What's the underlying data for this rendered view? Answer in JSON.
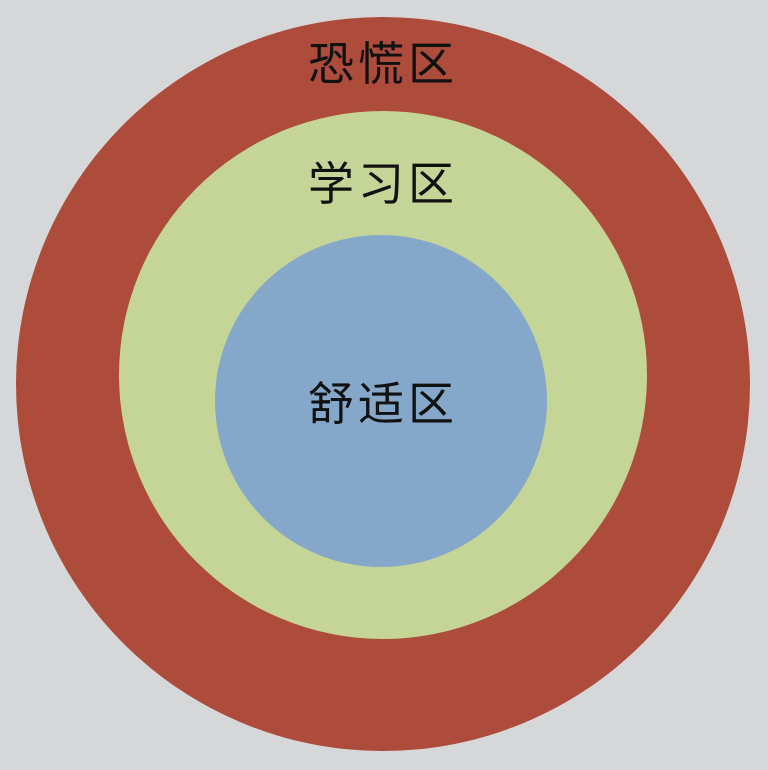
{
  "background_color": "#d6d7d9",
  "zones": [
    {
      "id": "panic",
      "label": "恐慌区",
      "color": "#ae4c3b"
    },
    {
      "id": "learning",
      "label": "学习区",
      "color": "#c4d597"
    },
    {
      "id": "comfort",
      "label": "舒适区",
      "color": "#85a8ca"
    }
  ]
}
